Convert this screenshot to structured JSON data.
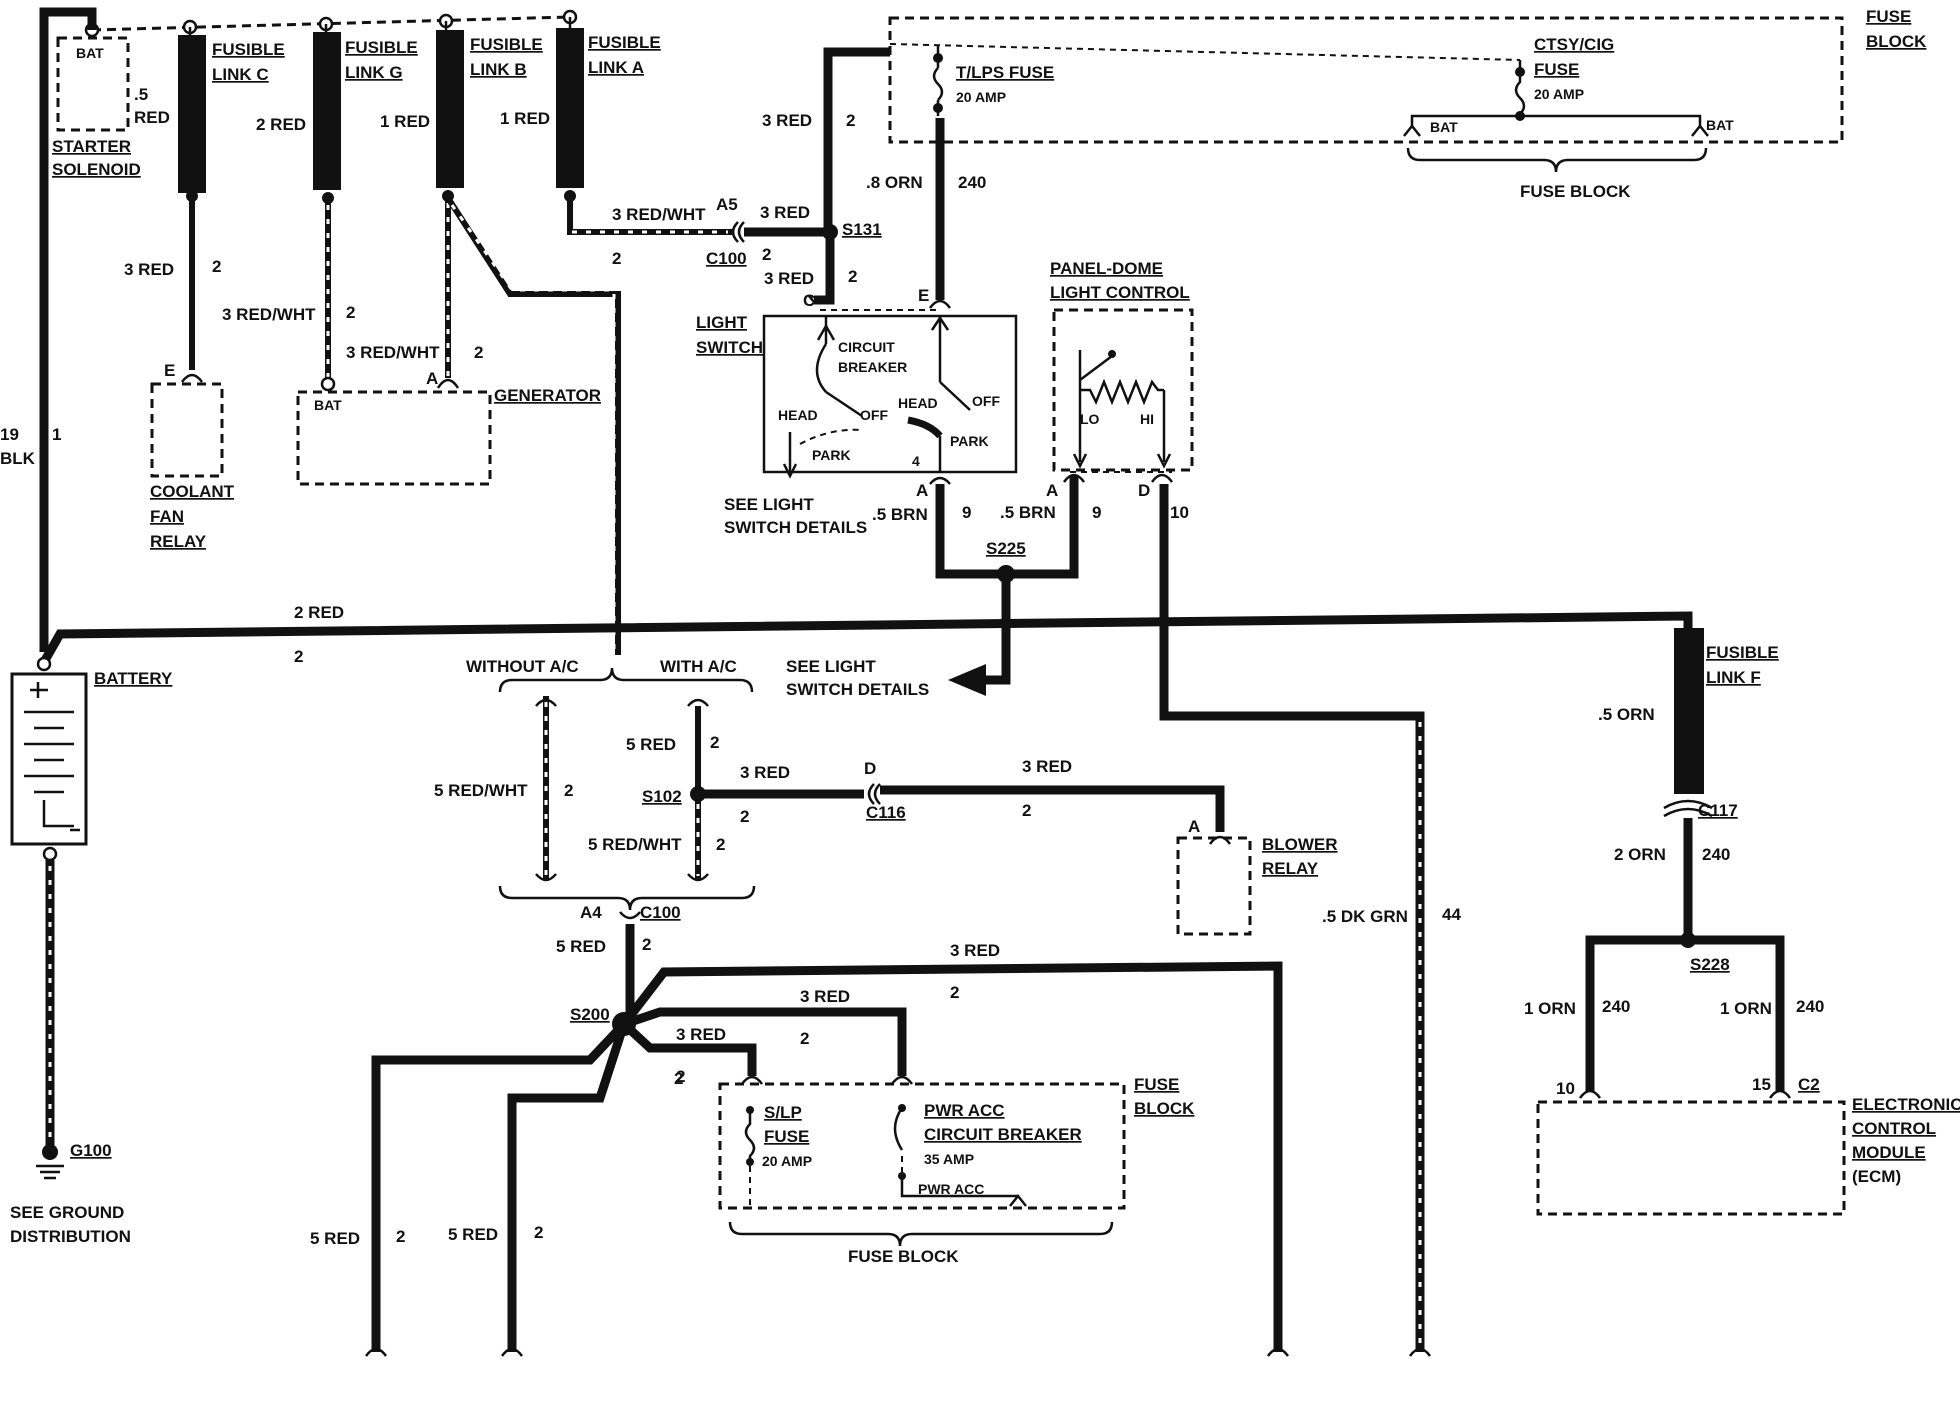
{
  "labels": {
    "fusible_link_c": [
      "FUSIBLE",
      "LINK C"
    ],
    "fusible_link_g": [
      "FUSIBLE",
      "LINK G"
    ],
    "fusible_link_b": [
      "FUSIBLE",
      "LINK B"
    ],
    "fusible_link_a": [
      "FUSIBLE",
      "LINK A"
    ],
    "fusible_link_f": [
      "FUSIBLE",
      "LINK F"
    ],
    "bat": "BAT",
    "starter_solenoid": [
      "STARTER",
      "SOLENOID"
    ],
    "coolant_fan_relay": [
      "COOLANT",
      "FAN",
      "RELAY"
    ],
    "generator": "GENERATOR",
    "battery": "BATTERY",
    "ground_g100": "G100",
    "see_ground_distribution": [
      "SEE GROUND",
      "DISTRIBUTION"
    ],
    "fuse_block": [
      "FUSE",
      "BLOCK"
    ],
    "fuse_block_single": "FUSE BLOCK",
    "tlps_fuse": [
      "T/LPS FUSE",
      "20 AMP"
    ],
    "ctsy_cig_fuse": [
      "CTSY/CIG",
      "FUSE",
      "20 AMP"
    ],
    "light_switch": [
      "LIGHT",
      "SWITCH"
    ],
    "circuit_breaker": [
      "CIRCUIT",
      "BREAKER"
    ],
    "head": "HEAD",
    "off": "OFF",
    "park": "PARK",
    "see_light_switch_details": [
      "SEE LIGHT",
      "SWITCH DETAILS"
    ],
    "panel_dome": [
      "PANEL-DOME",
      "LIGHT CONTROL"
    ],
    "lo": "LO",
    "hi": "HI",
    "without_ac": "WITHOUT A/C",
    "with_ac": "WITH A/C",
    "blower_relay": [
      "BLOWER",
      "RELAY"
    ],
    "slp_fuse": [
      "S/LP",
      "FUSE",
      "20 AMP"
    ],
    "pwr_acc_cb": [
      "PWR ACC",
      "CIRCUIT BREAKER",
      "35 AMP"
    ],
    "pwr_acc": "PWR ACC",
    "ecm": [
      "ELECTRONIC",
      "CONTROL",
      "MODULE",
      "(ECM)"
    ]
  },
  "connectors": {
    "c100": "C100",
    "c116": "C116",
    "c117": "C117",
    "c2": "C2",
    "s131": "S131",
    "s225": "S225",
    "s102": "S102",
    "s200": "S200",
    "s228": "S228",
    "a5": "A5",
    "a4": "A4",
    "e": "E",
    "c": "C",
    "a": "A",
    "d": "D",
    "four": "4",
    "ten": "10",
    "fifteen": "15"
  },
  "wires": {
    "red_5": "5 RED",
    "red_5_alt": ".5",
    "red_word": "RED",
    "red_2": "2 RED",
    "red_1": "1 RED",
    "red_3": "3 RED",
    "red_wht_3": "3 RED/WHT",
    "red_wht_5": "5 RED/WHT",
    "orn_8": ".8 ORN",
    "orn_5": ".5 ORN",
    "orn_2": "2 ORN",
    "orn_1": "1 ORN",
    "brn_5": ".5 BRN",
    "dk_grn_5": ".5 DK GRN",
    "blk_19": "19",
    "blk": "BLK",
    "ckt_1": "1",
    "ckt_2": "2",
    "ckt_9": "9",
    "ckt_10": "10",
    "ckt_44": "44",
    "ckt_240": "240"
  }
}
